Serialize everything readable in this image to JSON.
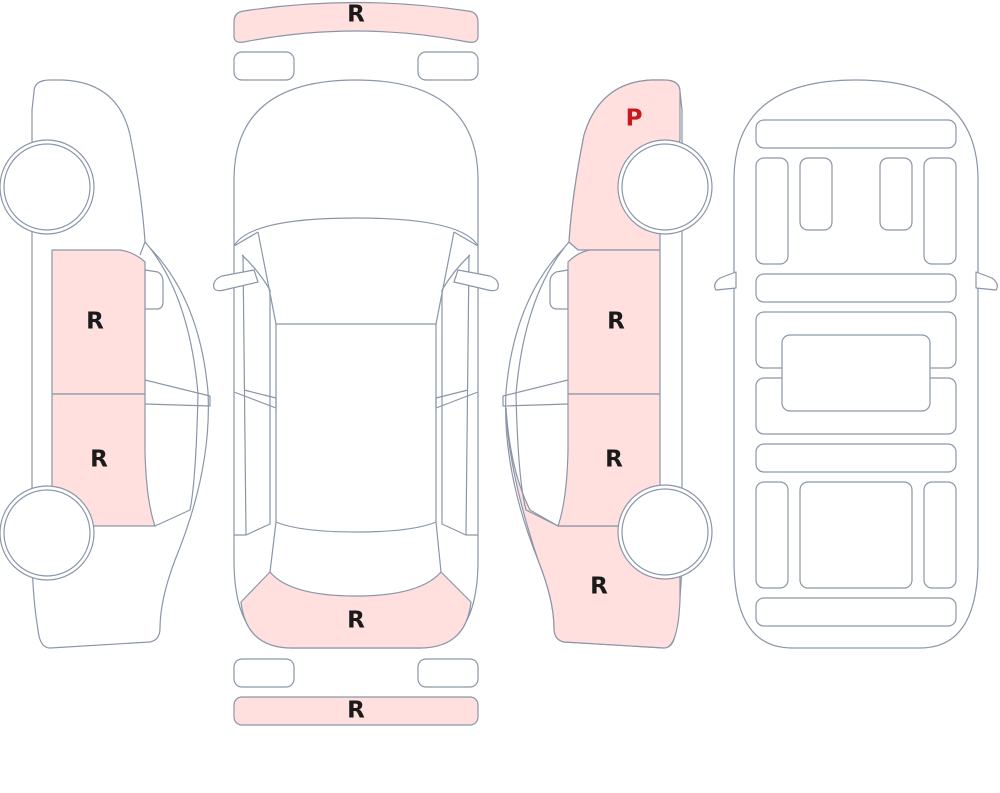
{
  "colors": {
    "outline": "#8a96a8",
    "damage_fill": "#ffe0de",
    "repair_code": "#1a1a1a",
    "paint_code": "#c8191e"
  },
  "marks": {
    "top_front_bumper": "R",
    "top_rear_panel": "R",
    "rear_bumper": "R",
    "left_front_door": "R",
    "left_rear_door": "R",
    "right_front_fender": "P",
    "right_front_door": "R",
    "right_rear_door": "R",
    "right_quarter_panel": "R"
  }
}
